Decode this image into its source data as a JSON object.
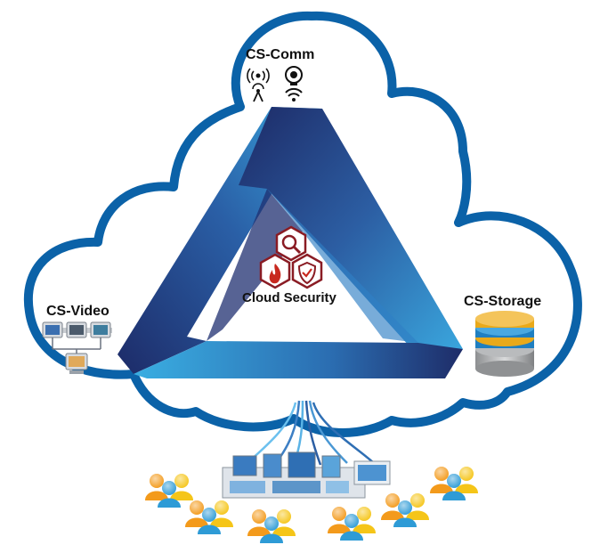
{
  "labels": {
    "comm": "CS-Comm",
    "video": "CS-Video",
    "storage": "CS-Storage",
    "center": "Cloud Security"
  },
  "colors": {
    "cloud_outline": "#0b62a8",
    "triangle_dark": "#1f2e6e",
    "triangle_light": "#36a6de",
    "hex_fill": "#ffffff",
    "hex_stroke": "#8a1c24",
    "fire": "#c8281e",
    "user_orange": "#f39a1b",
    "user_blue": "#2e9bd6",
    "user_yellow": "#f5c518",
    "storage_gold": "#e9a91a",
    "storage_blue": "#1f7fc1",
    "storage_grey": "#a7a9ab"
  },
  "icons": {
    "comm": [
      "wireless-broadcast-icon",
      "speaker-icon",
      "antenna-tower-icon",
      "wifi-icon"
    ],
    "center": [
      "magnifier-icon",
      "fire-icon",
      "shield-check-icon"
    ],
    "video": "video-monitors-icon",
    "storage": "database-icon",
    "bottom": [
      "user-group-icon",
      "devices-network-icon"
    ]
  }
}
